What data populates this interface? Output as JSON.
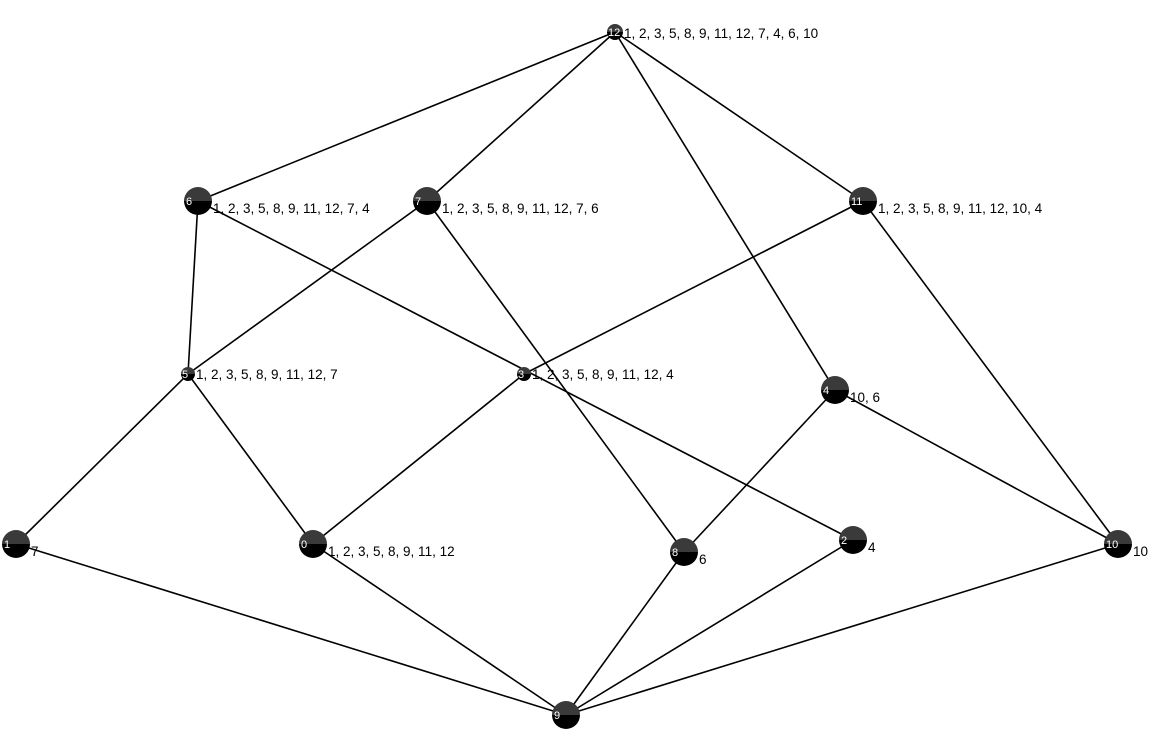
{
  "graph": {
    "colors": {
      "edge": "#000000",
      "node_top": "#3a3a3a",
      "node_bottom": "#000000",
      "node_id_text": "#ffffff",
      "label_text": "#000000"
    },
    "nodes": [
      {
        "id": "12",
        "label": "1, 2, 3, 5, 8, 9, 11, 12, 7, 4, 6, 10"
      },
      {
        "id": "6",
        "label": "1, 2, 3, 5, 8, 9, 11, 12, 7, 4"
      },
      {
        "id": "7",
        "label": "1, 2, 3, 5, 8, 9, 11, 12, 7, 6"
      },
      {
        "id": "11",
        "label": "1, 2, 3, 5, 8, 9, 11, 12, 10, 4"
      },
      {
        "id": "5",
        "label": "1, 2, 3, 5, 8, 9, 11, 12, 7"
      },
      {
        "id": "3",
        "label": "1, 2, 3, 5, 8, 9, 11, 12, 4"
      },
      {
        "id": "4",
        "label": "10, 6"
      },
      {
        "id": "1",
        "label": "7"
      },
      {
        "id": "0",
        "label": "1, 2, 3, 5, 8, 9, 11, 12"
      },
      {
        "id": "8",
        "label": "6"
      },
      {
        "id": "2",
        "label": "4"
      },
      {
        "id": "10",
        "label": "10"
      },
      {
        "id": "9",
        "label": ""
      }
    ],
    "edges": [
      [
        "12",
        "6"
      ],
      [
        "12",
        "7"
      ],
      [
        "12",
        "11"
      ],
      [
        "12",
        "4"
      ],
      [
        "6",
        "5"
      ],
      [
        "6",
        "2"
      ],
      [
        "7",
        "5"
      ],
      [
        "7",
        "8"
      ],
      [
        "11",
        "3"
      ],
      [
        "11",
        "10"
      ],
      [
        "5",
        "1"
      ],
      [
        "5",
        "0"
      ],
      [
        "3",
        "0"
      ],
      [
        "4",
        "8"
      ],
      [
        "4",
        "10"
      ],
      [
        "1",
        "9"
      ],
      [
        "0",
        "9"
      ],
      [
        "8",
        "9"
      ],
      [
        "2",
        "9"
      ],
      [
        "10",
        "9"
      ]
    ]
  }
}
